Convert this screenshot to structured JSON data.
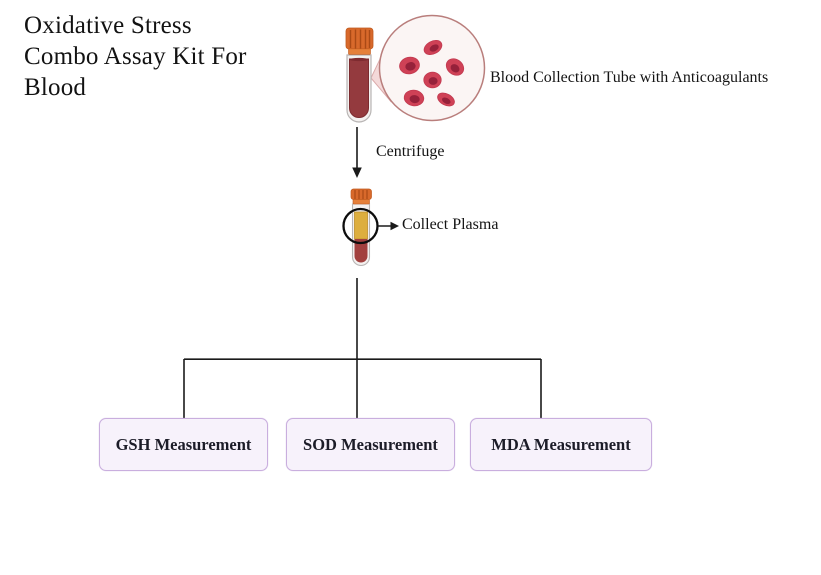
{
  "title": "Oxidative Stress\nCombo Assay Kit For\nBlood",
  "labels": {
    "blood_tube": "Blood Collection Tube with Anticoagulants",
    "centrifuge": "Centrifuge",
    "collect_plasma": "Collect Plasma"
  },
  "measurements": [
    {
      "label": "GSH Measurement"
    },
    {
      "label": "SOD Measurement"
    },
    {
      "label": "MDA Measurement"
    }
  ],
  "colors": {
    "background": "#ffffff",
    "box_fill": "#f7f2fb",
    "box_border": "#c9aede",
    "cap_orange": "#d8692b",
    "cap_ridge": "#aa4a16",
    "blood_red": "#943a3e",
    "plasma_yellow": "#ddae3e",
    "rbc_body": "#cf4156",
    "rbc_center": "#96213a",
    "magnifier_fill": "#fbf5f4",
    "magnifier_border": "#b97e7c",
    "callout_cone": "#f4d9d9",
    "line_black": "#1a1a1a"
  }
}
